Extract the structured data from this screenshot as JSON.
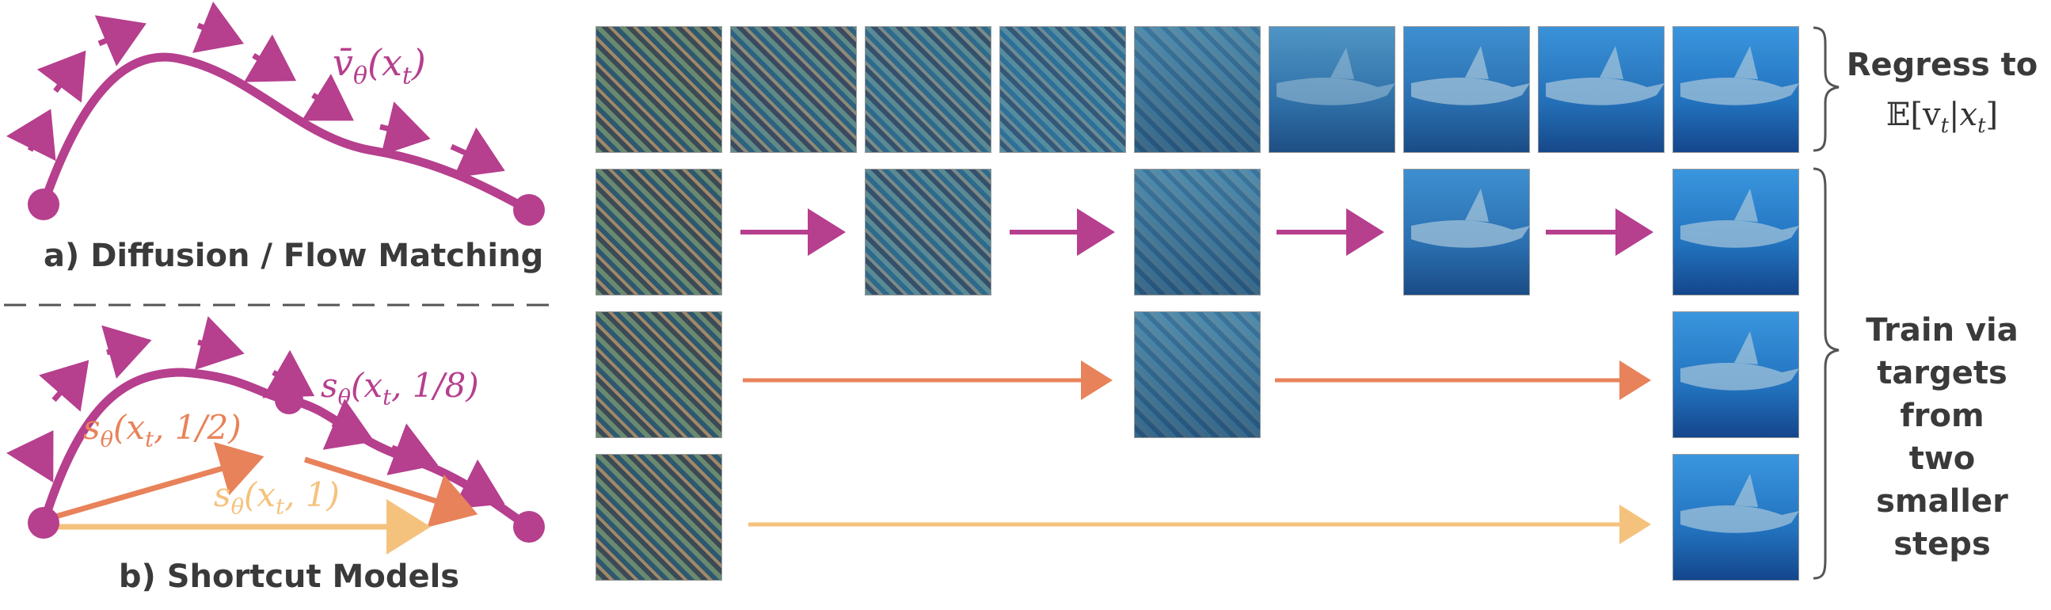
{
  "left": {
    "diffusion_caption": "a) Diffusion / Flow Matching",
    "shortcut_caption": "b) Shortcut Models",
    "vbar_label_main": "v̄",
    "vbar_label_sub": "θ",
    "vbar_label_arg": "(x",
    "vbar_label_arg_sub": "t",
    "vbar_label_close": ")",
    "s18_main": "s",
    "s18_sub": "θ",
    "s18_arg": "(x",
    "s18_arg_sub": "t",
    "s18_rest": ", 1/8)",
    "s12_main": "s",
    "s12_sub": "θ",
    "s12_arg": "(x",
    "s12_arg_sub": "t",
    "s12_rest": ", 1/2)",
    "s1_main": "s",
    "s1_sub": "θ",
    "s1_arg": "(x",
    "s1_arg_sub": "t",
    "s1_rest": ", 1)"
  },
  "right": {
    "regress_label": "Regress to",
    "regress_math": "𝔼[v",
    "regress_math_sub": "t",
    "regress_math_mid": "|x",
    "regress_math_sub2": "t",
    "regress_math_close": "]",
    "train_lines": [
      "Train via",
      "targets from",
      "two smaller",
      "steps"
    ]
  },
  "colors": {
    "magenta": "#b63f8e",
    "orange": "#e8825a",
    "light_orange": "#f5c27d",
    "text": "#3a3a3a",
    "divider": "#555555"
  }
}
